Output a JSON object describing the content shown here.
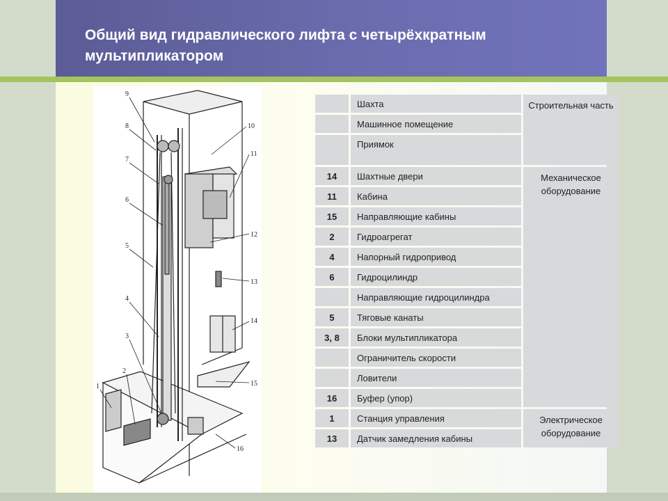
{
  "title": "Общий вид гидравлического лифта с четырёхкратным мультипликатором",
  "colors": {
    "header": "#6b6cae",
    "accent_strip": "#a3c45e",
    "cell": "#d8d9db"
  },
  "diagram": {
    "callouts": [
      "9",
      "8",
      "7",
      "6",
      "5",
      "4",
      "3",
      "2",
      "1",
      "10",
      "11",
      "12",
      "13",
      "14",
      "15",
      "16"
    ]
  },
  "legend": {
    "groups": [
      "Строительная часть",
      "Механическое оборудование",
      "Электрическое оборудование"
    ],
    "rows": [
      {
        "num": "",
        "name": "Шахта"
      },
      {
        "num": "",
        "name": "Машинное помещение"
      },
      {
        "num": "",
        "name": "Приямок"
      },
      {
        "num": "14",
        "name": "Шахтные двери"
      },
      {
        "num": "11",
        "name": "Кабина"
      },
      {
        "num": "15",
        "name": "Направляющие кабины"
      },
      {
        "num": "2",
        "name": "Гидроагрегат"
      },
      {
        "num": "4",
        "name": "Напорный гидропривод"
      },
      {
        "num": "6",
        "name": "Гидроцилиндр"
      },
      {
        "num": "",
        "name": "Направляющие гидроцилиндра"
      },
      {
        "num": "5",
        "name": "Тяговые канаты"
      },
      {
        "num": "3, 8",
        "name": "Блоки мультипликатора"
      },
      {
        "num": "",
        "name": "Ограничитель скорости"
      },
      {
        "num": "",
        "name": "Ловители"
      },
      {
        "num": "16",
        "name": "Буфер (упор)"
      },
      {
        "num": "1",
        "name": "Станция управления"
      },
      {
        "num": "13",
        "name": "Датчик замедления кабины"
      }
    ]
  }
}
